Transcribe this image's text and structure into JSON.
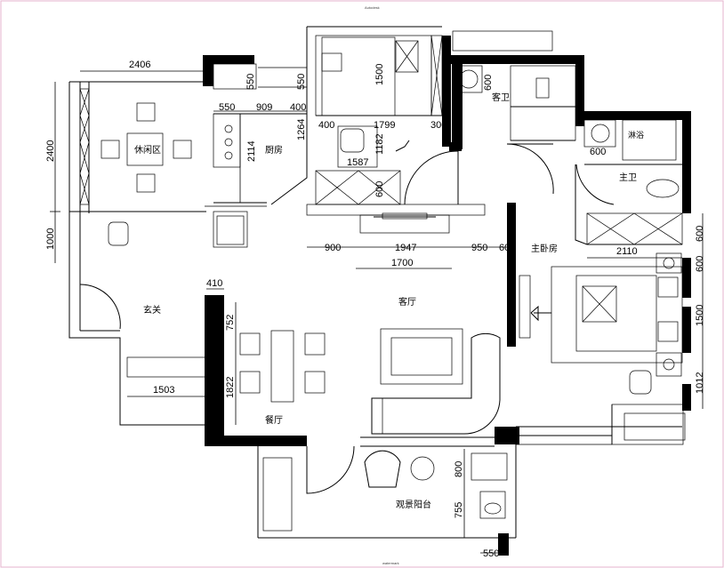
{
  "header_text": "Autodesk",
  "footer_text": "watermark",
  "rooms": {
    "leisure": "休闲区",
    "kitchen": "厨房",
    "guest_bath": "客卫",
    "shower": "淋浴",
    "master_bath": "主卫",
    "master_bedroom": "主卧房",
    "entry": "玄关",
    "living": "客厅",
    "dining": "餐厅",
    "balcony": "观景阳台"
  },
  "dims": {
    "top_2406": "2406",
    "left_2400": "2400",
    "left_1000": "1000",
    "k_550": "550",
    "k_909": "909",
    "k_400": "400",
    "k_2114": "2114",
    "k_v550a": "550",
    "k_v550b": "550",
    "k_1264": "1264",
    "b_1500": "1500",
    "b_400": "400",
    "b_1799": "1799",
    "b_300": "300",
    "b_1182": "1182",
    "b_1587": "1587",
    "b_600": "600",
    "gb_600": "600",
    "mb_600": "600",
    "tv_900": "900",
    "tv_1947": "1947",
    "tv_950": "950",
    "tv_60": "60",
    "tv_1700": "1700",
    "mr_2110": "2110",
    "r_600a": "600",
    "r_600b": "600",
    "r_1500": "1500",
    "r_1012": "1012",
    "e_410": "410",
    "e_752": "752",
    "e_1822": "1822",
    "e_1503": "1503",
    "bal_800": "800",
    "bal_755": "755",
    "bal_550": "550"
  }
}
